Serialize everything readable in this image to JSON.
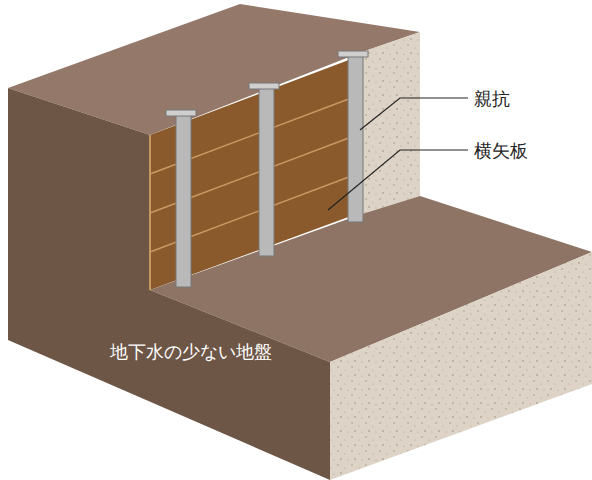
{
  "diagram": {
    "labels": [
      "親抗",
      "横矢板",
      "地下水の少ない地盤"
    ]
  }
}
